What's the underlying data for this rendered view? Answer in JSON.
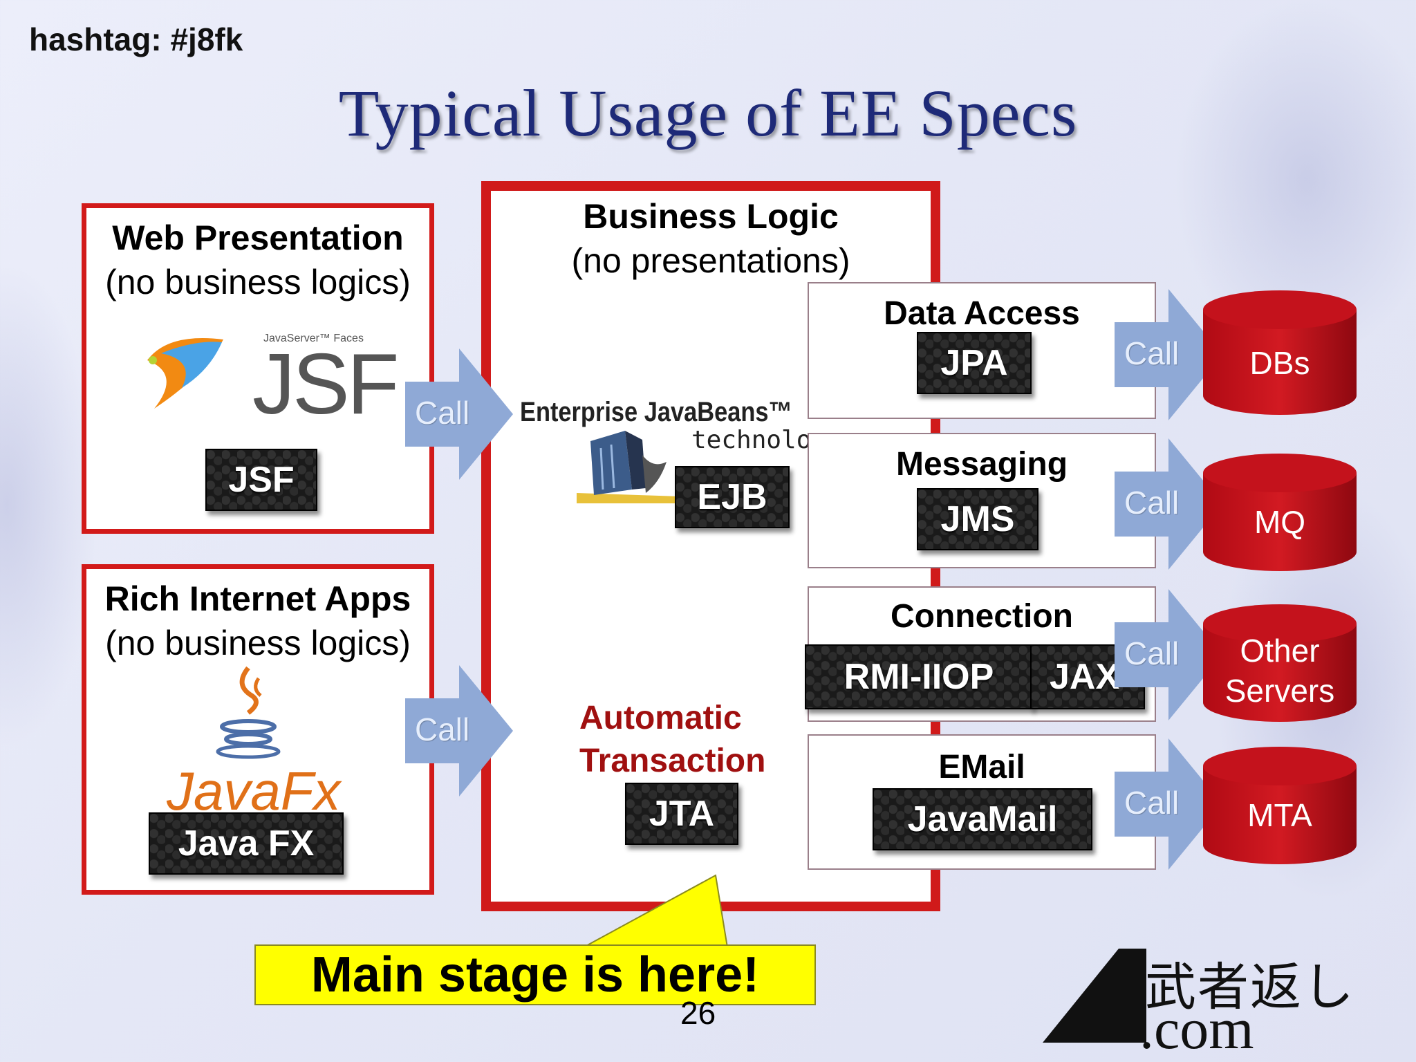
{
  "hashtag": "hashtag: #j8fk",
  "title": "Typical Usage of EE Specs",
  "web_presentation": {
    "heading": "Web Presentation",
    "subheading": "(no business logics)",
    "logo_caption": "JavaServer™ Faces",
    "logo_text": "JSF",
    "badge": "JSF"
  },
  "rich_internet_apps": {
    "heading": "Rich Internet Apps",
    "subheading": "(no business logics)",
    "logo_text": "JavaFx",
    "badge": "Java FX"
  },
  "business_logic": {
    "heading": "Business Logic",
    "subheading": "(no presentations)",
    "ejb_logo_line1": "Enterprise JavaBeans™",
    "ejb_logo_line2": "technology",
    "ejb_badge": "EJB",
    "transaction_line1": "Automatic",
    "transaction_line2": "Transaction",
    "jta_badge": "JTA"
  },
  "call_label": "Call",
  "services": [
    {
      "label": "Data Access",
      "badges": [
        "JPA"
      ],
      "target": "DBs"
    },
    {
      "label": "Messaging",
      "badges": [
        "JMS"
      ],
      "target": "MQ"
    },
    {
      "label": "Connection",
      "badges": [
        "RMI-IIOP",
        "JAX"
      ],
      "target_line1": "Other",
      "target_line2": "Servers"
    },
    {
      "label": "EMail",
      "badges": [
        "JavaMail"
      ],
      "target": "MTA"
    }
  ],
  "callout": "Main stage is here!",
  "page_number": "26",
  "brand": {
    "jp": "武者返し",
    "com": ".com"
  },
  "colors": {
    "accent_red": "#d01a1a",
    "cylinder_red": "#c0101a",
    "title_blue": "#1e2a78",
    "call_arrow": "#8fa9d6",
    "callout_yellow": "#ffff00"
  }
}
